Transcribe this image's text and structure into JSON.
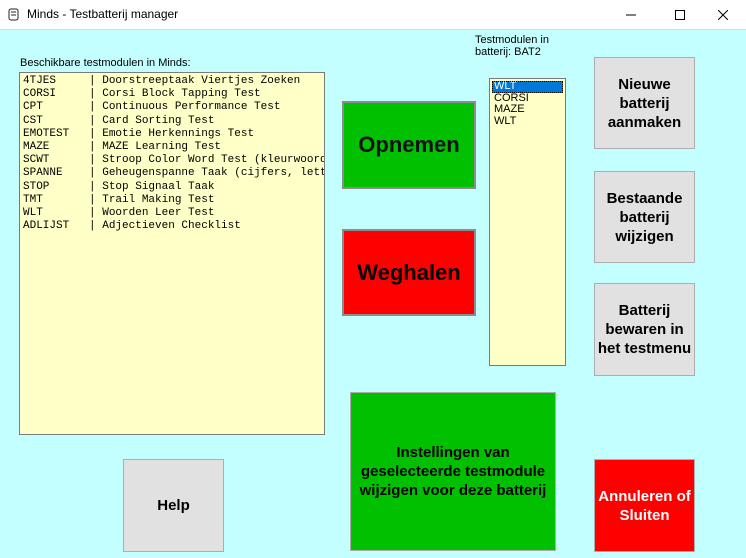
{
  "window": {
    "title": "Minds - Testbatterij manager"
  },
  "available": {
    "label": "Beschikbare testmodulen in Minds:",
    "items": [
      {
        "code": "4TJES",
        "name": "Doorstreeptaak Viertjes Zoeken"
      },
      {
        "code": "CORSI",
        "name": "Corsi Block Tapping Test"
      },
      {
        "code": "CPT",
        "name": "Continuous Performance Test"
      },
      {
        "code": "CST",
        "name": "Card Sorting Test"
      },
      {
        "code": "EMOTEST",
        "name": "Emotie Herkennings Test"
      },
      {
        "code": "MAZE",
        "name": "MAZE Learning Test"
      },
      {
        "code": "SCWT",
        "name": "Stroop Color Word Test (kleurwoord"
      },
      {
        "code": "SPANNE",
        "name": "Geheugenspanne Taak (cijfers, lett"
      },
      {
        "code": "STOP",
        "name": "Stop Signaal Taak"
      },
      {
        "code": "TMT",
        "name": "Trail Making Test"
      },
      {
        "code": "WLT",
        "name": "Woorden Leer Test"
      },
      {
        "code": "ADLIJST",
        "name": "Adjectieven Checklist"
      }
    ]
  },
  "battery": {
    "label": "Testmodulen in batterij: BAT2",
    "items": [
      "WLT",
      "CORSI",
      "MAZE",
      "WLT"
    ],
    "selected_index": 0
  },
  "buttons": {
    "opnemen": "Opnemen",
    "weghalen": "Weghalen",
    "nieuw": "Nieuwe batterij aanmaken",
    "bestaand": "Bestaande batterij wijzigen",
    "bewaren": "Batterij bewaren in het testmenu",
    "instellingen": "Instellingen van geselecteerde testmodule wijzigen voor deze batterij",
    "help": "Help",
    "annuleren": "Annuleren of Sluiten"
  },
  "colors": {
    "background": "#c4ffff",
    "list_background": "#ffffc8",
    "green": "#00c000",
    "red": "#ff0000",
    "grey": "#e1e1e1",
    "selection": "#0078d7"
  },
  "icons": {
    "app": "app-icon",
    "minimize": "minimize-icon",
    "maximize": "maximize-icon",
    "close": "close-icon"
  }
}
